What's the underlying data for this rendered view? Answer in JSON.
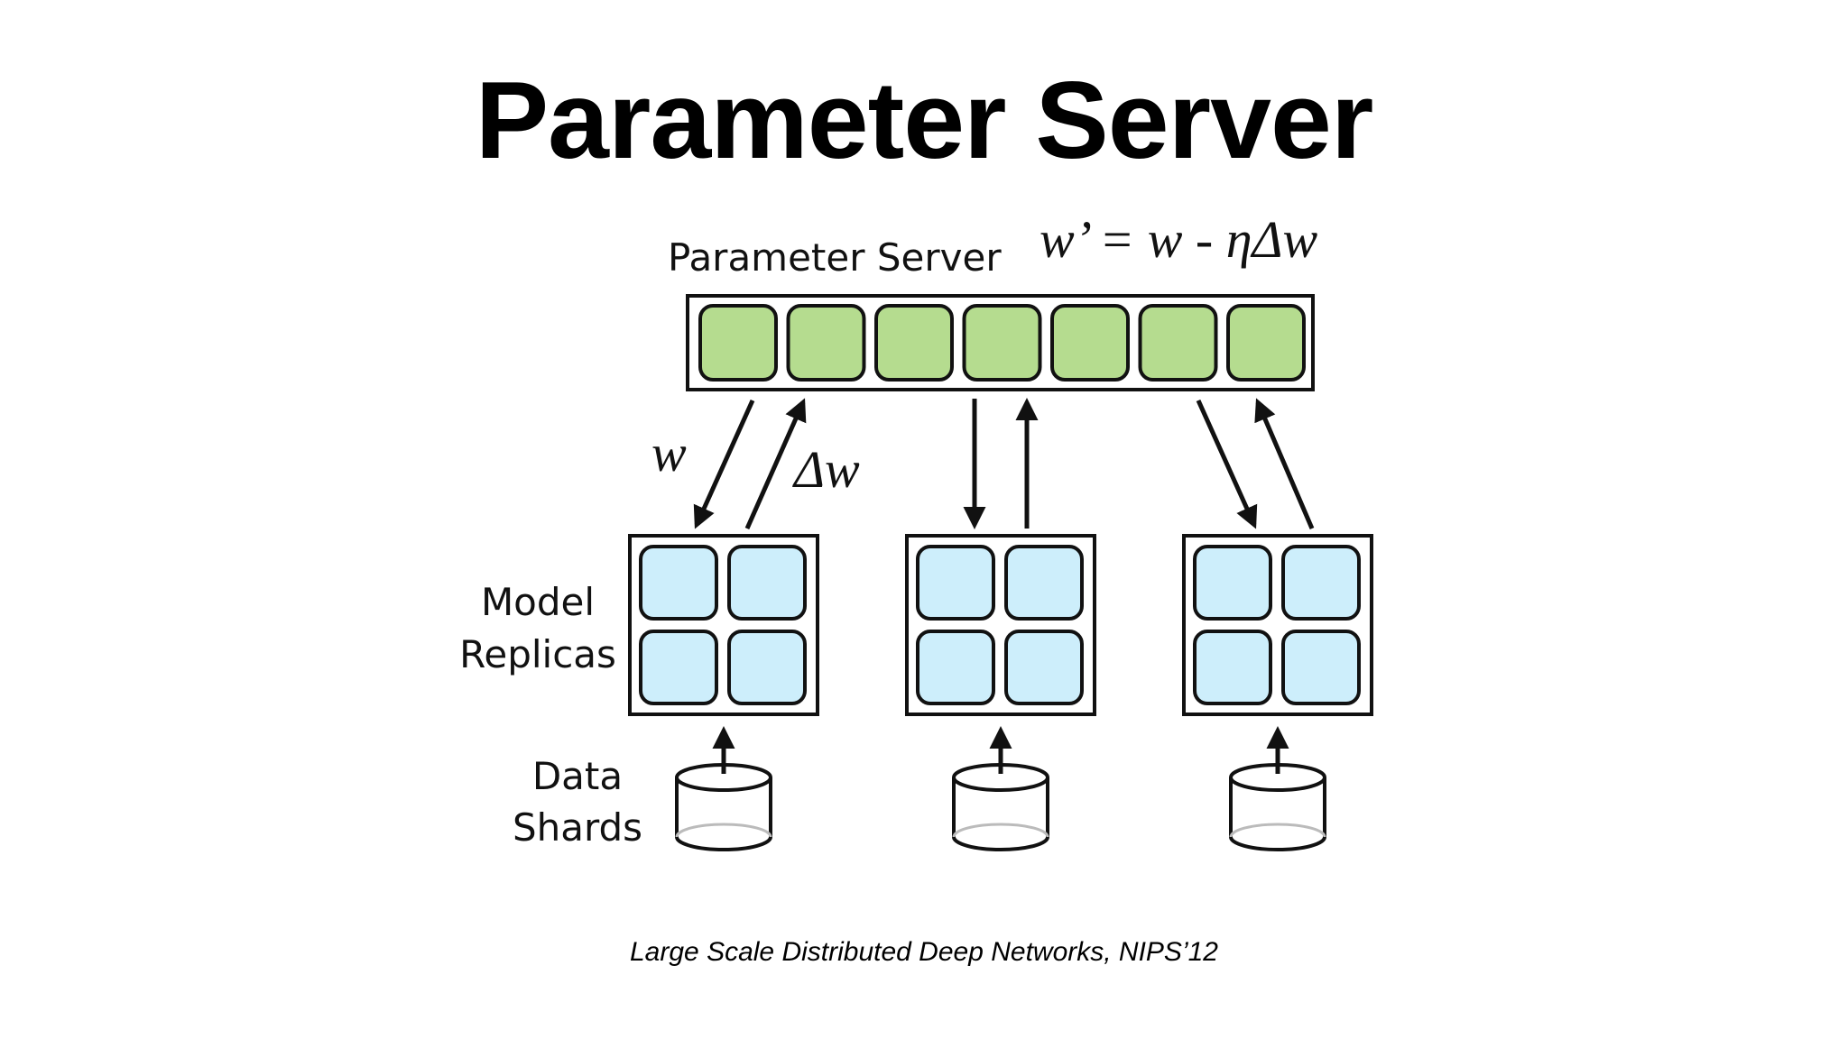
{
  "slide": {
    "title": "Parameter Server",
    "citation": "Large Scale Distributed Deep Networks, NIPS’12"
  },
  "diagram": {
    "server_label": "Parameter Server",
    "update_rule": "w’ = w - ηΔw",
    "fetch_label": "w",
    "push_label": "Δw",
    "replicas_label": [
      "Model",
      "Replicas"
    ],
    "shards_label": [
      "Data",
      "Shards"
    ],
    "server_cell_count": 7,
    "replica_count": 3,
    "colors": {
      "server_cell": "#b5dc8f",
      "replica_cell": "#cdeefb",
      "stroke": "#111111"
    }
  }
}
